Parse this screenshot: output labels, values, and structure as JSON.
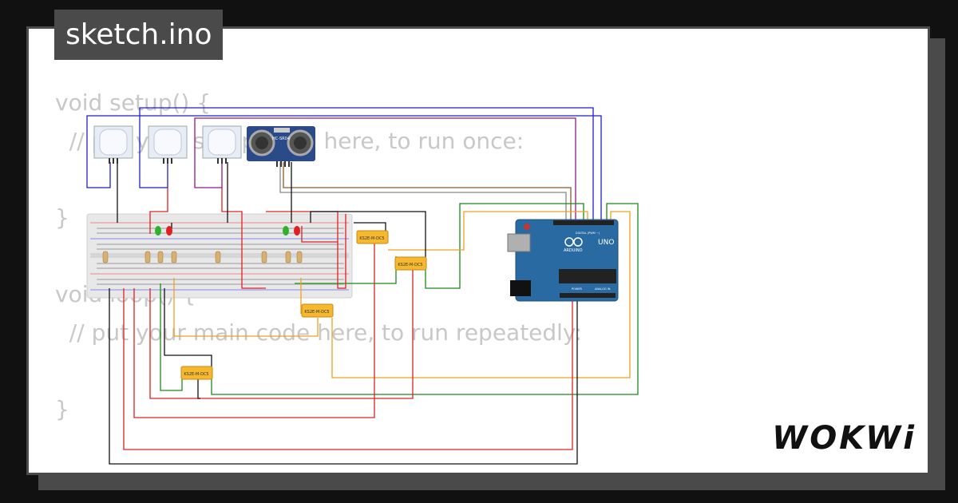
{
  "tab": {
    "title": "sketch.ino"
  },
  "code": {
    "lines": [
      "void setup() {",
      "  // put your setup code here, to run once:",
      "",
      "}",
      "",
      "void loop() {",
      "  // put your main code here, to run repeatedly:",
      "",
      "}"
    ]
  },
  "components": {
    "sensor_label": "HC-SR04",
    "driver_label": "KS2E-M-DC5",
    "board_label": "UNO",
    "board_sublabel": "ARDUINO",
    "board_header_label": "DIGITAL (PWM ~)",
    "board_power_label": "POWER",
    "board_analog_label": "ANALOG IN"
  },
  "brand": {
    "logo": "WOKWi"
  },
  "colors": {
    "card": "#ffffff",
    "frame": "#4a4a4a",
    "code": "#c8c8c8",
    "arduino": "#2a6aa2"
  }
}
